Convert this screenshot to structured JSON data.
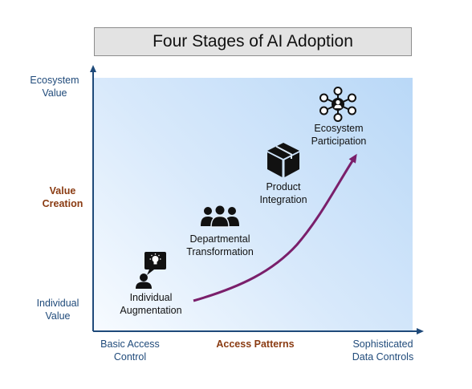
{
  "title": "Four Stages of AI Adoption",
  "y_axis": {
    "top_label_line1": "Ecosystem",
    "top_label_line2": "Value",
    "middle_label_line1": "Value",
    "middle_label_line2": "Creation",
    "bottom_label_line1": "Individual",
    "bottom_label_line2": "Value"
  },
  "x_axis": {
    "left_label_line1": "Basic Access",
    "left_label_line2": "Control",
    "middle_label": "Access Patterns",
    "right_label_line1": "Sophisticated",
    "right_label_line2": "Data Controls"
  },
  "stages": [
    {
      "line1": "Individual",
      "line2": "Augmentation",
      "icon": "person-lightbulb-icon"
    },
    {
      "line1": "Departmental",
      "line2": "Transformation",
      "icon": "group-icon"
    },
    {
      "line1": "Product",
      "line2": "Integration",
      "icon": "cube-icon"
    },
    {
      "line1": "Ecosystem",
      "line2": "Participation",
      "icon": "network-icon"
    }
  ],
  "colors": {
    "axis": "#1f4a7a",
    "accent_text": "#8a3b12",
    "curve": "#7a1f6b",
    "gradient_light": "#f7fbff",
    "gradient_dark": "#b9d8f7"
  }
}
